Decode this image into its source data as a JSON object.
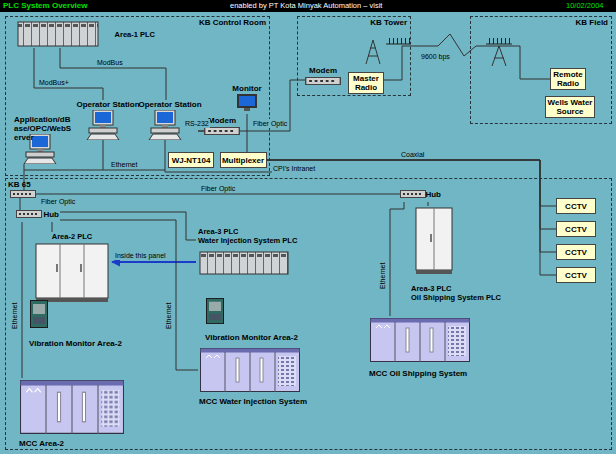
{
  "diagram": {
    "title": "PLC System Overview",
    "nodes": [
      {
        "text": [
          "KB Control Room"
        ]
      },
      {
        "text": [
          "Area-1 PLC"
        ],
        "in": 0
      },
      {
        "text": [
          "Operator Station"
        ],
        "in": 0
      },
      {
        "text": [
          "Operator Station"
        ],
        "in": 0
      },
      {
        "text": [
          "Monitor"
        ],
        "in": 0
      },
      {
        "text": [
          "Application/dBase/OPC/WebServer"
        ],
        "in": 0
      },
      {
        "text": [
          "WJ-NT104"
        ],
        "in": 0
      },
      {
        "text": [
          "Multiplexer"
        ],
        "in": 0
      },
      {
        "text": [
          "Modem"
        ],
        "in": 0
      },
      {
        "text": [
          "KB Tower"
        ]
      },
      {
        "text": [
          "Modem"
        ],
        "in": 9
      },
      {
        "text": [
          "Master Radio"
        ],
        "in": 9
      },
      {
        "text": [
          "KB Field"
        ]
      },
      {
        "text": [
          "Remote Radio"
        ],
        "in": 12
      },
      {
        "text": [
          "Wells Water Source"
        ],
        "in": 12
      },
      {
        "text": [
          "KB 65"
        ]
      },
      {
        "text": [
          "Hub"
        ],
        "in": 15
      },
      {
        "text": [
          "Area-2 PLC"
        ],
        "in": 15
      },
      {
        "text": [
          "Area-3 PLC",
          "Water Injection System PLC"
        ],
        "in": 15
      },
      {
        "text": [
          "Vibration Monitor Area-2"
        ],
        "in": 15
      },
      {
        "text": [
          "Vibration Monitor Area-2"
        ],
        "in": 15
      },
      {
        "text": [
          "MCC Area-2"
        ],
        "in": 15
      },
      {
        "text": [
          "MCC Water Injection System"
        ],
        "in": 15
      },
      {
        "text": [
          "Hub"
        ],
        "in": 15
      },
      {
        "text": [
          "Area-3 PLC",
          "Oil Shipping System PLC"
        ],
        "in": 15
      },
      {
        "text": [
          "MCC Oil Shipping System"
        ],
        "in": 15
      },
      {
        "text": [
          "CCTV"
        ],
        "in": 15
      },
      {
        "text": [
          "CCTV"
        ],
        "in": 15
      },
      {
        "text": [
          "CCTV"
        ],
        "in": 15
      },
      {
        "text": [
          "CCTV"
        ],
        "in": 15
      }
    ],
    "edges": [
      {
        "from": 1,
        "to": 3,
        "label": "ModBus",
        "arrow": "none"
      },
      {
        "from": 1,
        "to": 2,
        "label": "ModBus+",
        "arrow": "none"
      },
      {
        "from": 3,
        "to": 8,
        "label": "RS-232",
        "arrow": "none"
      },
      {
        "from": 8,
        "to": 10,
        "label": "Fiber Optic",
        "arrow": "none"
      },
      {
        "from": 11,
        "to": 13,
        "label": "9600 bps",
        "arrow": "none"
      },
      {
        "from": 4,
        "to": 7,
        "arrow": "none"
      },
      {
        "from": 7,
        "to": 26,
        "label": "Coaxial",
        "arrow": "none"
      },
      {
        "from": 7,
        "to": 27,
        "arrow": "none"
      },
      {
        "from": 7,
        "to": 28,
        "arrow": "none"
      },
      {
        "from": 7,
        "to": 29,
        "arrow": "none"
      },
      {
        "from": 16,
        "to": 17,
        "arrow": "none"
      },
      {
        "from": 16,
        "to": 18,
        "arrow": "none"
      },
      {
        "from": 18,
        "to": 17,
        "label": "Inside this panel",
        "arrow": "to"
      },
      {
        "from": 16,
        "to": 21,
        "label": "Ethernet",
        "arrow": "none"
      },
      {
        "from": 16,
        "to": 22,
        "label": "Ethernet",
        "arrow": "none"
      },
      {
        "from": 23,
        "to": 24,
        "arrow": "none"
      },
      {
        "from": 23,
        "to": 25,
        "label": "Ethernet",
        "arrow": "none"
      }
    ],
    "labels": [
      "enabled by PT Kota Minyak Automation – visit",
      "10/02/2004",
      "Ethernet",
      "CPI's Intranet",
      "Fiber Optic",
      "Fiber Optic"
    ]
  }
}
